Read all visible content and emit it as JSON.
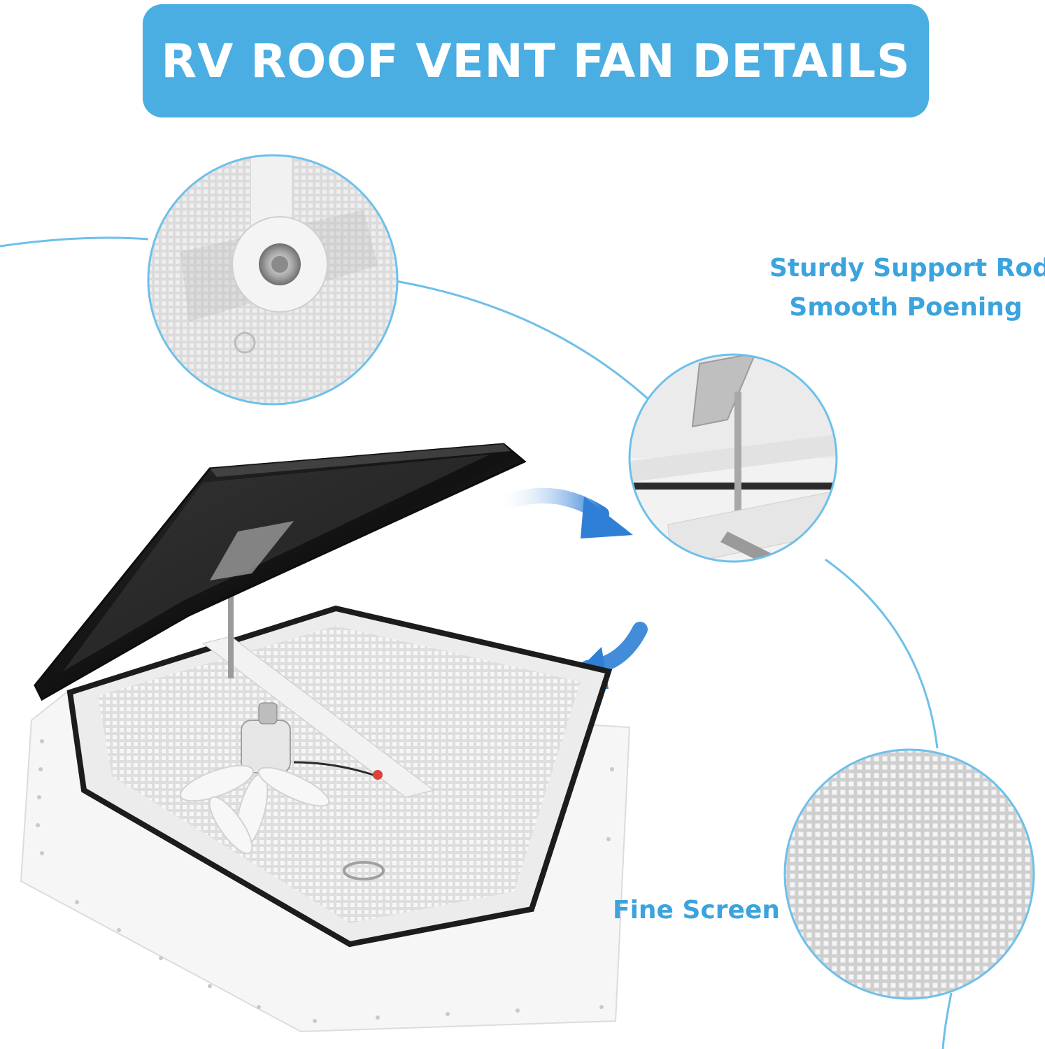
{
  "banner": {
    "title": "RV ROOF VENT FAN DETAILS"
  },
  "callouts": {
    "support_rod": [
      "Sturdy Support Rod",
      "Smooth Poening"
    ],
    "fine_screen": "Fine Screen"
  },
  "icons": {
    "rotation_arrows": "curved-arrow-icon",
    "connector_lines": "connector-line"
  },
  "colors": {
    "banner_bg": "#4aaee2",
    "banner_text": "#ffffff",
    "callout_text": "#3ba3dd",
    "connector_line": "#6ec0ea",
    "arrow_blue": "#2f7fd6",
    "lid_dark": "#1f1f1f",
    "frame_white": "#f4f4f4"
  }
}
